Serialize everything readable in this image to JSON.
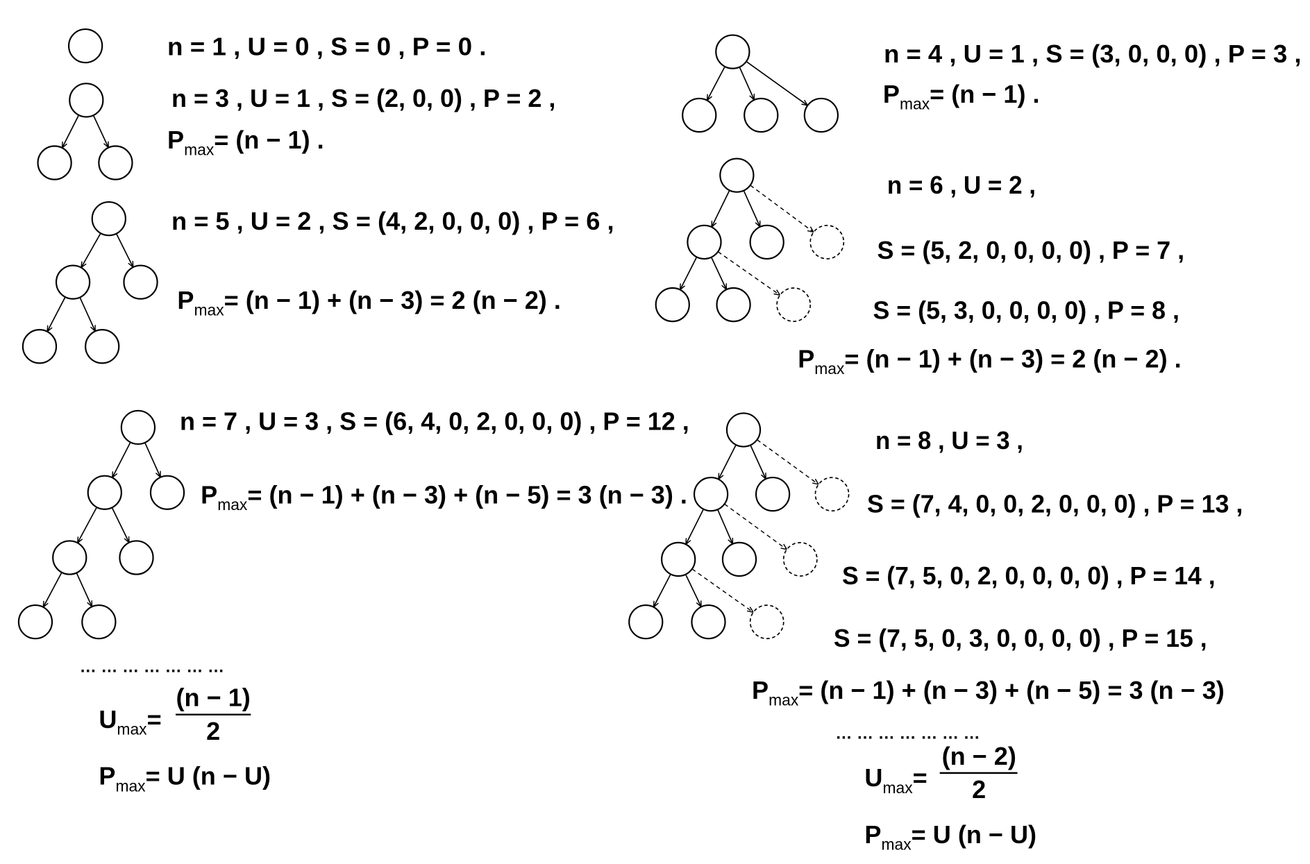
{
  "left": {
    "n1": "n = 1 , U = 0 ,  S = 0 ,  P = 0 .",
    "n3": "n = 3 , U = 1 ,  S = (2, 0, 0) ,  P = 2 ,",
    "n3_pmax": "= (n − 1) .",
    "n5": "n = 5 , U = 2 ,  S = (4, 2, 0, 0, 0) ,  P = 6 ,",
    "n5_pmax": "=  (n − 1) + (n − 3) = 2 (n − 2) .",
    "n7": "n = 7 , U = 3 ,  S = (6, 4, 0, 2, 0, 0, 0) ,  P = 12 ,",
    "n7_pmax": "=  (n − 1) + (n − 3) + (n − 5) = 3 (n − 3) .",
    "dots": "…   …  …  …   …  …  …",
    "umax_num": "(n − 1)",
    "umax_den": "2",
    "pmax_final": "=  U (n − U)"
  },
  "right": {
    "n4": "n = 4 , U = 1 ,  S = (3, 0, 0, 0) ,  P = 3 ,",
    "n4_pmax": "= (n − 1) .",
    "n6": "n = 6 , U = 2 ,",
    "n6_s1": "S = (5, 2, 0, 0, 0, 0) ,  P = 7 ,",
    "n6_s2": "S = (5, 3, 0, 0, 0, 0) ,  P = 8 ,",
    "n6_pmax": "=  (n − 1) + (n − 3) = 2 (n − 2) .",
    "n8": "n = 8 , U = 3 ,",
    "n8_s1": "S = (7, 4, 0, 0, 2, 0, 0, 0) ,  P = 13 ,",
    "n8_s2": "S = (7, 5, 0, 2, 0, 0, 0, 0) ,  P = 14 ,",
    "n8_s3": "S = (7, 5, 0, 3, 0, 0, 0, 0) ,  P = 15 ,",
    "n8_pmax": "=  (n − 1) + (n − 3) + (n − 5) = 3 (n − 3)",
    "dots": "…   …  …  …   …  …  …",
    "umax_num": "(n − 2)",
    "umax_den": "2",
    "pmax_final": "=  U (n − U)"
  },
  "symbols": {
    "P": "P",
    "U": "U",
    "max": "max",
    "eq": "="
  }
}
